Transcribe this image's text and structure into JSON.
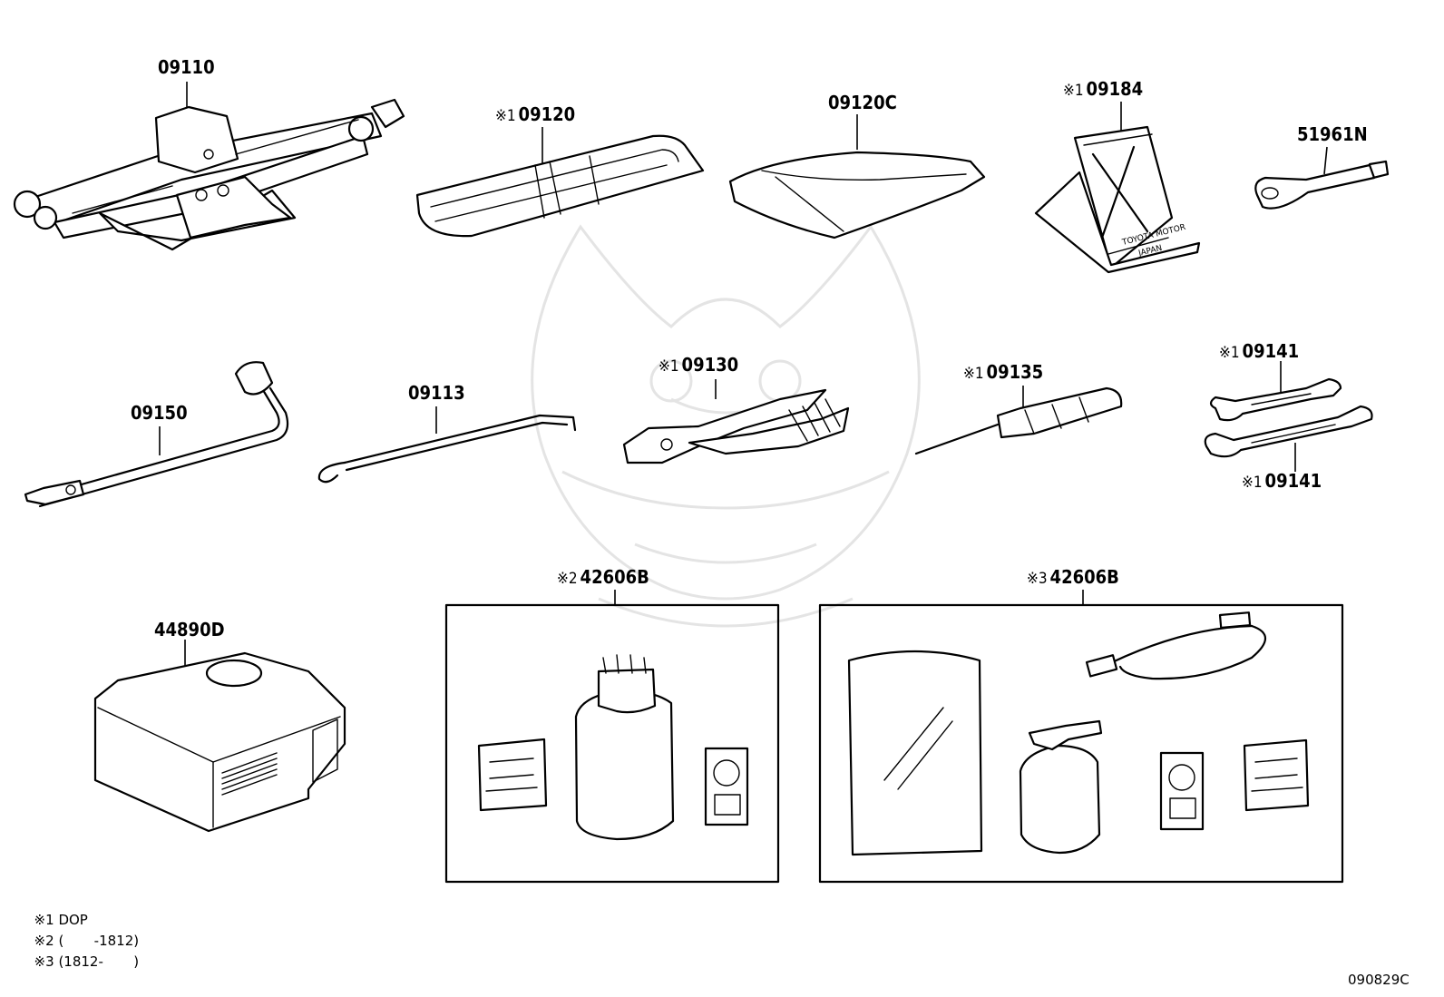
{
  "parts": [
    {
      "id": "jack",
      "number": "09110",
      "mark": ""
    },
    {
      "id": "tool-bag",
      "number": "09120",
      "mark": "※1"
    },
    {
      "id": "bag-cover",
      "number": "09120C",
      "mark": ""
    },
    {
      "id": "warning-triangle",
      "number": "09184",
      "mark": "※1"
    },
    {
      "id": "towing-eye",
      "number": "51961N",
      "mark": ""
    },
    {
      "id": "lug-wrench",
      "number": "09150",
      "mark": ""
    },
    {
      "id": "jack-handle",
      "number": "09113",
      "mark": ""
    },
    {
      "id": "pliers",
      "number": "09130",
      "mark": "※1"
    },
    {
      "id": "screwdriver",
      "number": "09135",
      "mark": "※1"
    },
    {
      "id": "wrench-upper",
      "number": "09141",
      "mark": "※1"
    },
    {
      "id": "wrench-lower",
      "number": "09141",
      "mark": "※1"
    },
    {
      "id": "compressor",
      "number": "44890D",
      "mark": ""
    },
    {
      "id": "repair-kit-early",
      "number": "42606B",
      "mark": "※2"
    },
    {
      "id": "repair-kit-late",
      "number": "42606B",
      "mark": "※3"
    }
  ],
  "triangle_text": {
    "line1": "TOYOTA MOTOR",
    "line2": "JAPAN"
  },
  "notes": [
    {
      "mark": "※1",
      "text": "DOP"
    },
    {
      "mark": "※2",
      "text": "(       -1812)"
    },
    {
      "mark": "※3",
      "text": "(1812-       )"
    }
  ],
  "diagram_code": "090829C"
}
